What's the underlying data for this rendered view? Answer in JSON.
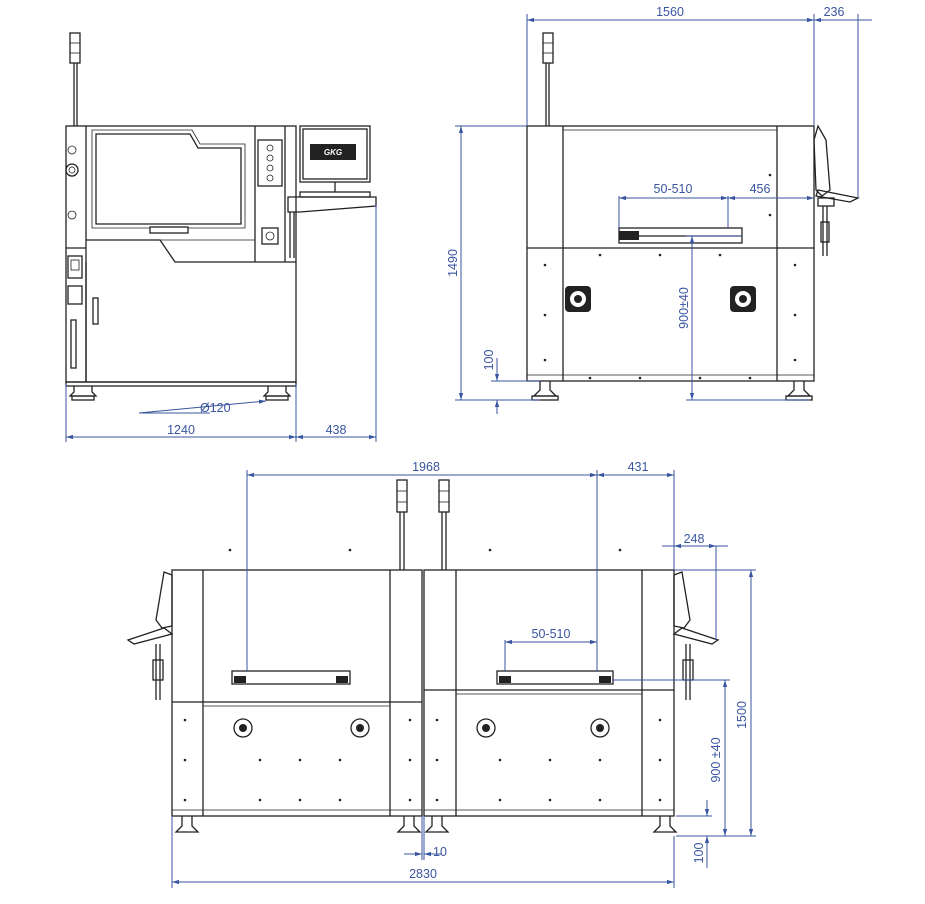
{
  "brand_logo": "GKG",
  "front_view": {
    "dims": {
      "foot_diameter": "Ø120",
      "machine_width": "1240",
      "monitor_arm_reach": "438"
    }
  },
  "side_view": {
    "dims": {
      "overall_depth": "1560",
      "monitor_overhang": "236",
      "overall_height": "1490",
      "track_width_range": "50-510",
      "track_edge_offset": "456",
      "conveyor_height": "900±40",
      "foot_clearance": "100"
    }
  },
  "dual_view": {
    "dims": {
      "track_span": "1968",
      "track_offset_right": "431",
      "monitor_offset": "248",
      "track_width_range": "50-510",
      "conveyor_height": "900 ±40",
      "overall_height": "1500",
      "foot_clearance": "100",
      "machine_gap": "10",
      "overall_length": "2830"
    }
  }
}
